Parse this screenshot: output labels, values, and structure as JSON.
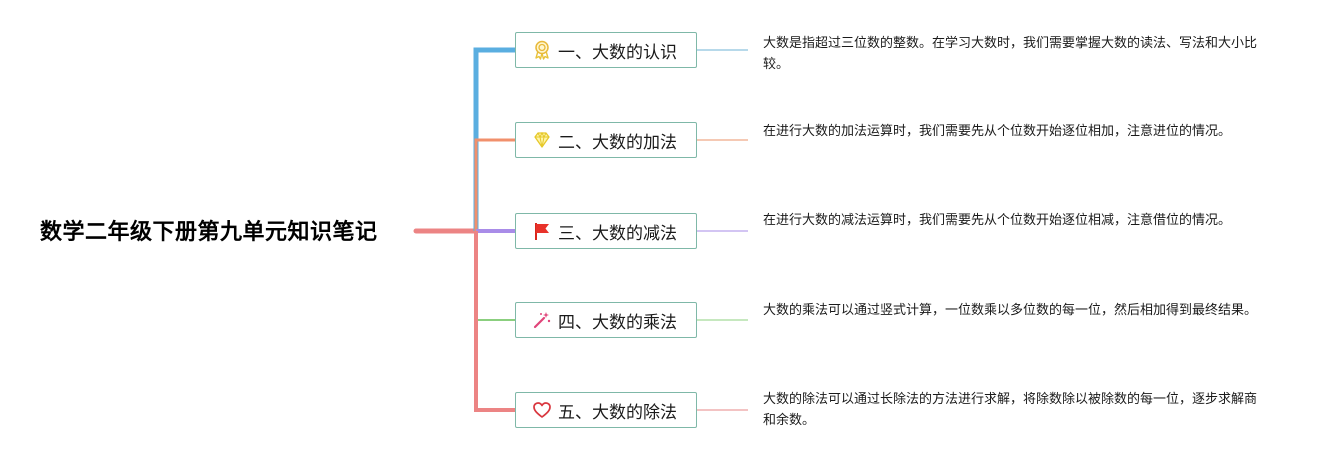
{
  "root": {
    "title": "数学二年级下册第九单元知识笔记"
  },
  "colors": {
    "root_line": "#ec8484",
    "detail_line": "#b0c8c4"
  },
  "topics": [
    {
      "label": "一、大数的认识",
      "icon": "award-ribbon-icon",
      "branch_color": "#5aaee0",
      "detail_color": "#b7d9ea",
      "note": "大数是指超过三位数的整数。在学习大数时，我们需要掌握大数的读法、写法和大小比较。"
    },
    {
      "label": "二、大数的加法",
      "icon": "diamond-icon",
      "branch_color": "#f1906c",
      "detail_color": "#f5c9b4",
      "note": "在进行大数的加法运算时，我们需要先从个位数开始逐位相加，注意进位的情况。"
    },
    {
      "label": "三、大数的减法",
      "icon": "red-flag-icon",
      "branch_color": "#a98ce8",
      "detail_color": "#d3c5f3",
      "note": "在进行大数的减法运算时，我们需要先从个位数开始逐位相减，注意借位的情况。"
    },
    {
      "label": "四、大数的乘法",
      "icon": "magic-wand-icon",
      "branch_color": "#8bcf7f",
      "detail_color": "#c6e8bf",
      "note": "大数的乘法可以通过竖式计算，一位数乘以多位数的每一位，然后相加得到最终结果。"
    },
    {
      "label": "五、大数的除法",
      "icon": "heart-icon",
      "branch_color": "#ec8484",
      "detail_color": "#f3c3c3",
      "note": "大数的除法可以通过长除法的方法进行求解，将除数除以被除数的每一位，逐步求解商和余数。"
    }
  ]
}
